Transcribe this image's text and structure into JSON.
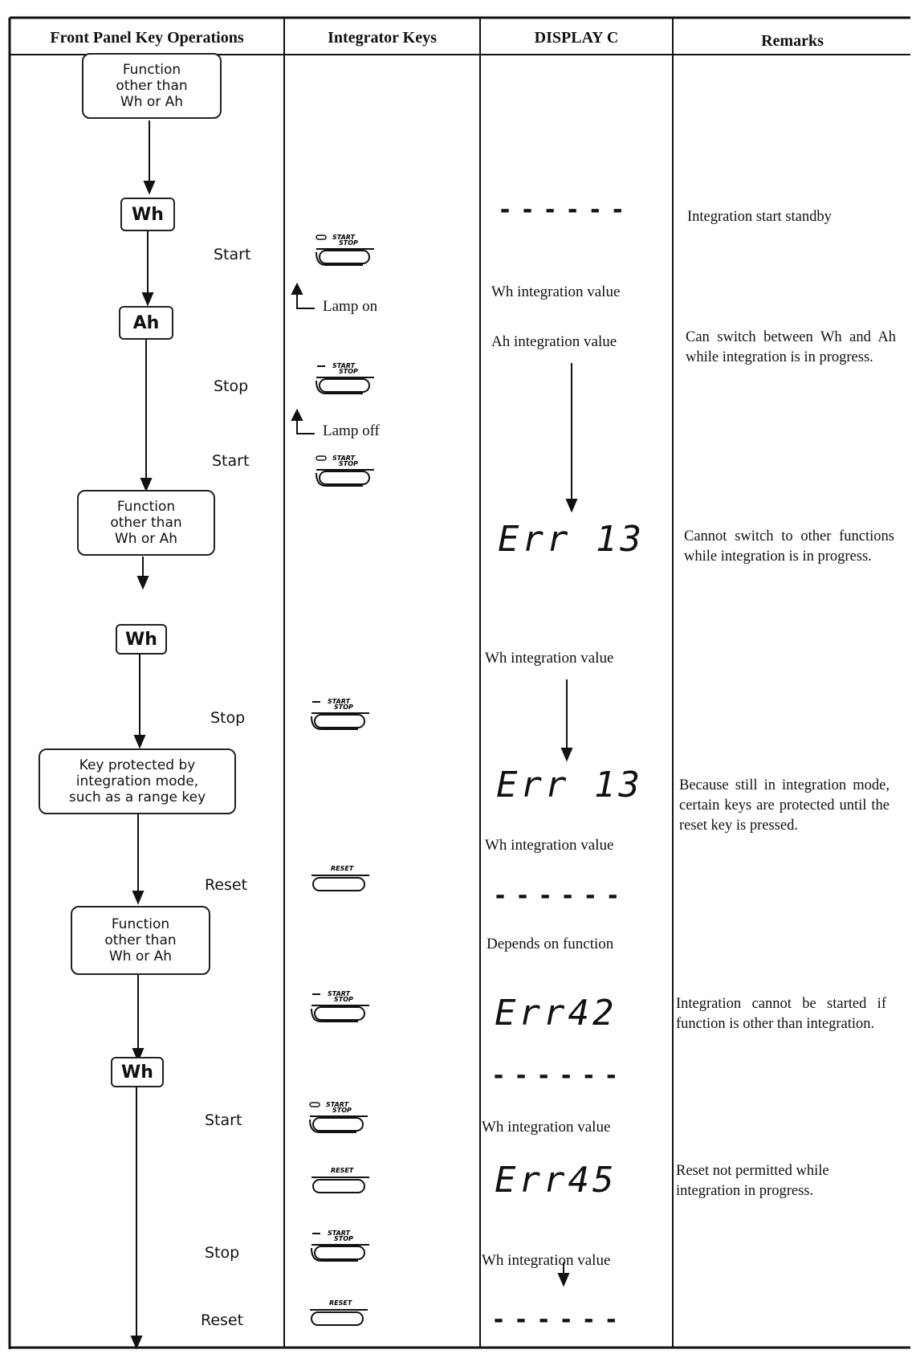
{
  "headers": {
    "front_panel": "Front Panel Key Operations",
    "integrator": "Integrator Keys",
    "display": "DISPLAY C",
    "remarks": "Remarks"
  },
  "boxes": {
    "function_1": "Function\nother than\nWh or Ah",
    "wh_1": "Wh",
    "ah_1": "Ah",
    "function_2": "Function\nother than\nWh or Ah",
    "wh_2": "Wh",
    "protected": "Key protected by\nintegration mode,\nsuch as a range key",
    "function_3": "Function\nother than\nWh or Ah",
    "wh_3": "Wh"
  },
  "ops": {
    "start_1": "Start",
    "stop_1": "Stop",
    "start_2": "Start",
    "stop_2": "Stop",
    "reset_1": "Reset",
    "start_3": "Start",
    "stop_3": "Stop",
    "reset_2": "Reset"
  },
  "integrator": {
    "lamp_on": "Lamp on",
    "lamp_off": "Lamp off",
    "start_stop_top": "START",
    "start_stop_bottom": "STOP",
    "reset": "RESET"
  },
  "display": {
    "dashes": "------",
    "wh_value": "Wh integration value",
    "ah_value": "Ah integration value",
    "err13": "Err 13",
    "err42": "Err42",
    "err45": "Err45",
    "depends": "Depends on function"
  },
  "remarks": {
    "r1": "Integration start standby",
    "r2": "Can switch between Wh and Ah while integration is in progress.",
    "r3": "Cannot switch to other functions while integration is in progress.",
    "r4": "Because still in integration mode, certain keys are protected until the reset key is pressed.",
    "r5": "Integration cannot be started if function is other than integration.",
    "r6": "Reset not permitted while integration in progress."
  }
}
